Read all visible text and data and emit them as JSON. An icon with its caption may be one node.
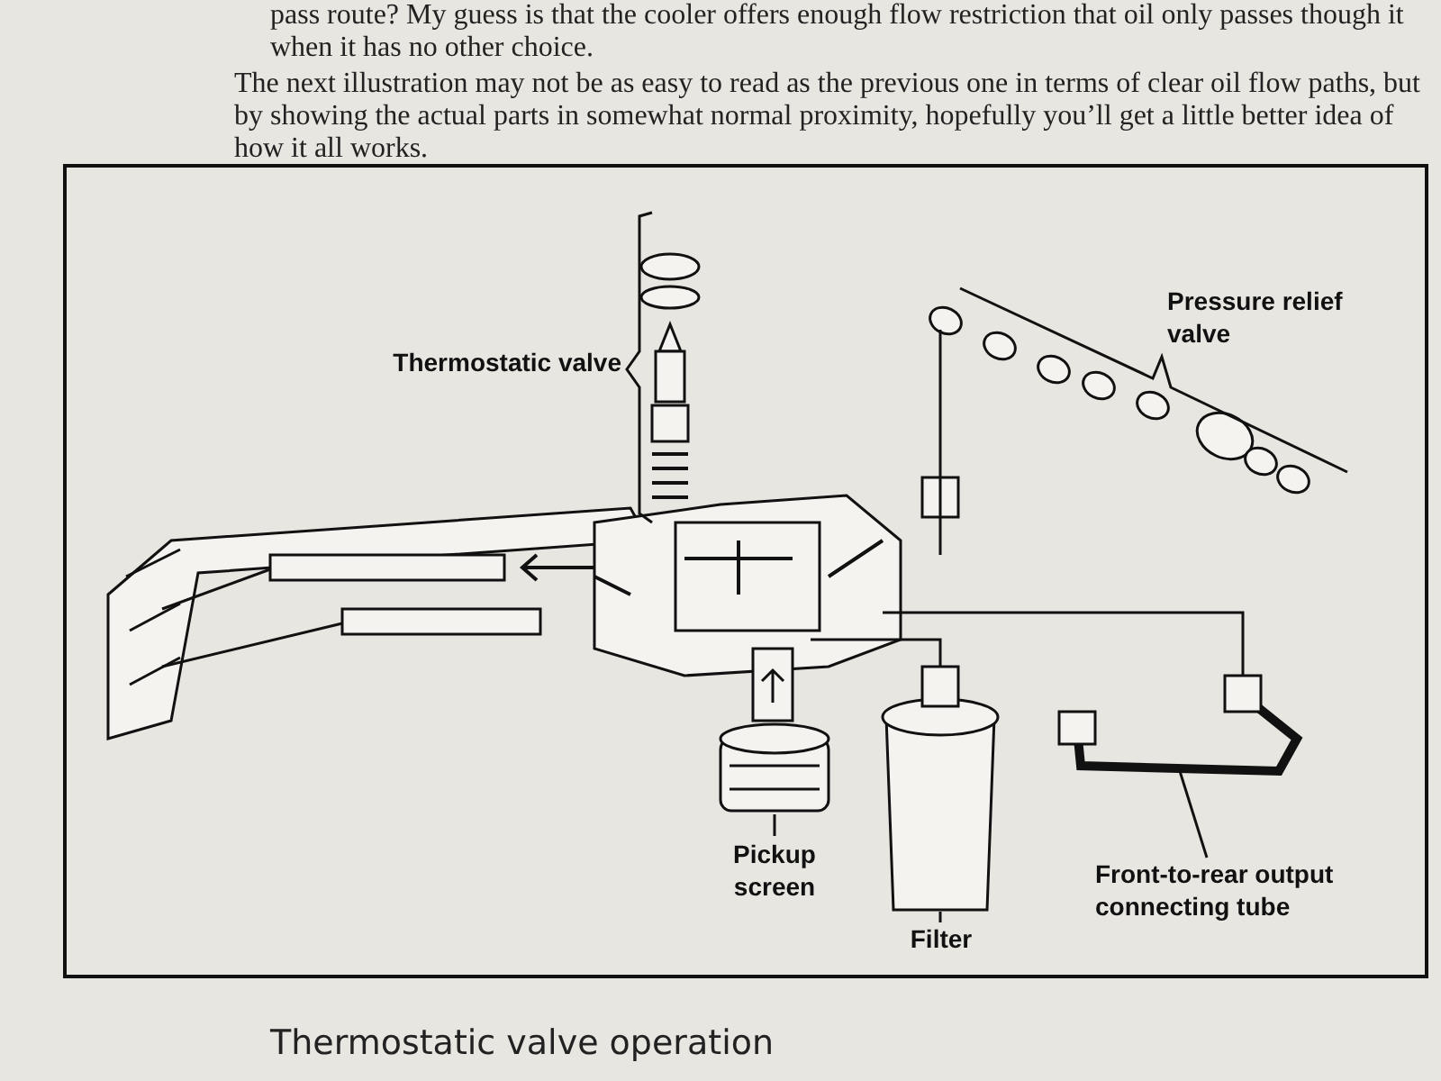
{
  "diagram": {
    "caption": "Thermostatic valve operation",
    "nodes": [
      {
        "text": [
          "Pickup screen"
        ]
      },
      {
        "text": [
          "Filter"
        ]
      },
      {
        "text": [
          "Front-to-rear output connecting tube"
        ]
      }
    ],
    "edges": [
      {
        "from": 0,
        "to": null,
        "arrow": "none"
      },
      {
        "from": 1,
        "to": null,
        "arrow": "none"
      },
      {
        "from": 2,
        "to": null,
        "arrow": "none"
      }
    ],
    "labels": [
      "pass route? My guess is that the cooler offers enough flow restriction that oil only passes though it when it has no other choice.",
      "The next illustration may not be as easy to read as the previous one in terms of clear oil flow paths, but by showing the actual parts in somewhat normal proximity, hopefully you’ll get a little better idea of how it all works.",
      "Thermostatic valve",
      "Pressure relief valve"
    ]
  }
}
